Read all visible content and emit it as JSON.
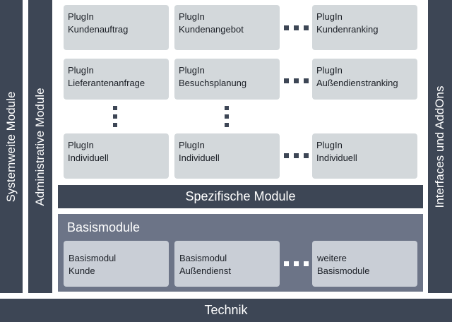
{
  "left_bars": {
    "systemweite": "Systemweite Module",
    "administrative": "Administrative Module"
  },
  "right_bar": "Interfaces und AddOns",
  "plugins": {
    "row1": [
      {
        "line1": "PlugIn",
        "line2": "Kundenauftrag"
      },
      {
        "line1": "PlugIn",
        "line2": "Kundenangebot"
      },
      {
        "line1": "PlugIn",
        "line2": "Kundenranking"
      }
    ],
    "row2": [
      {
        "line1": "PlugIn",
        "line2": "Lieferantenanfrage"
      },
      {
        "line1": "PlugIn",
        "line2": "Besuchsplanung"
      },
      {
        "line1": "PlugIn",
        "line2": "Außendienstranking"
      }
    ],
    "row3": [
      {
        "line1": "PlugIn",
        "line2": "Individuell"
      },
      {
        "line1": "PlugIn",
        "line2": "Individuell"
      },
      {
        "line1": "PlugIn",
        "line2": "Individuell"
      }
    ]
  },
  "spezifische": "Spezifische Module",
  "basismodule": {
    "title": "Basismodule",
    "boxes": [
      {
        "line1": "Basismodul",
        "line2": "Kunde"
      },
      {
        "line1": "Basismodul",
        "line2": "Außendienst"
      },
      {
        "line1": "weitere",
        "line2": "Basismodule"
      }
    ]
  },
  "technik": "Technik",
  "colors": {
    "dark": "#3d4655",
    "basis_panel": "#6c7487",
    "plugin_box": "#d3d8db",
    "basis_box": "#c9ced6"
  }
}
